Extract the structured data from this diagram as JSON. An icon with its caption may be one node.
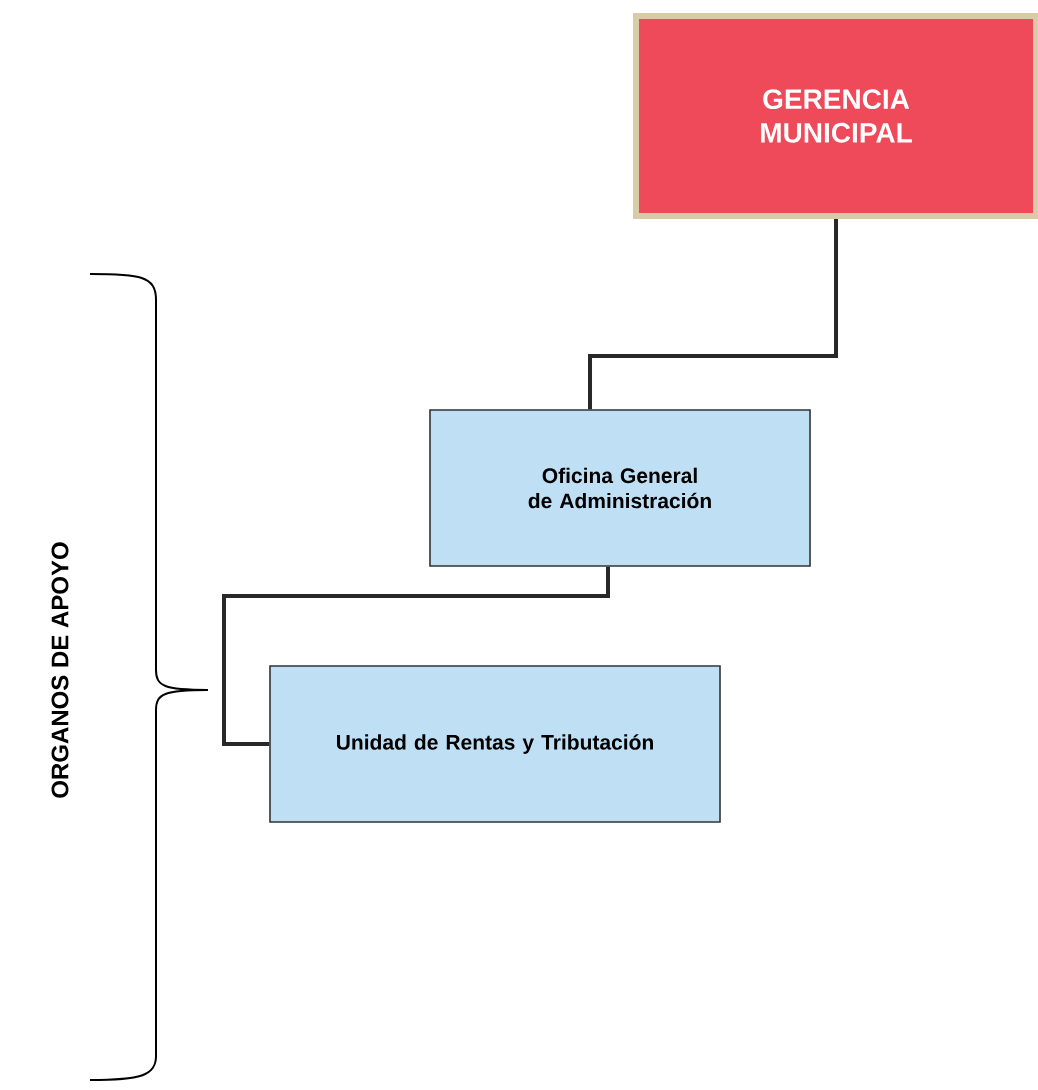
{
  "diagram": {
    "nodes": [
      {
        "text": [
          "GERENCIA MUNICIPAL"
        ]
      },
      {
        "text": [
          "Oficina General de Administración"
        ]
      },
      {
        "text": [
          "Unidad de Rentas y Tributación"
        ]
      }
    ],
    "edges": [
      {
        "from": 0,
        "to": 1,
        "arrow": "none"
      },
      {
        "from": 1,
        "to": 2,
        "arrow": "none"
      }
    ],
    "labels": [
      "ORGANOS DE APOYO"
    ]
  }
}
